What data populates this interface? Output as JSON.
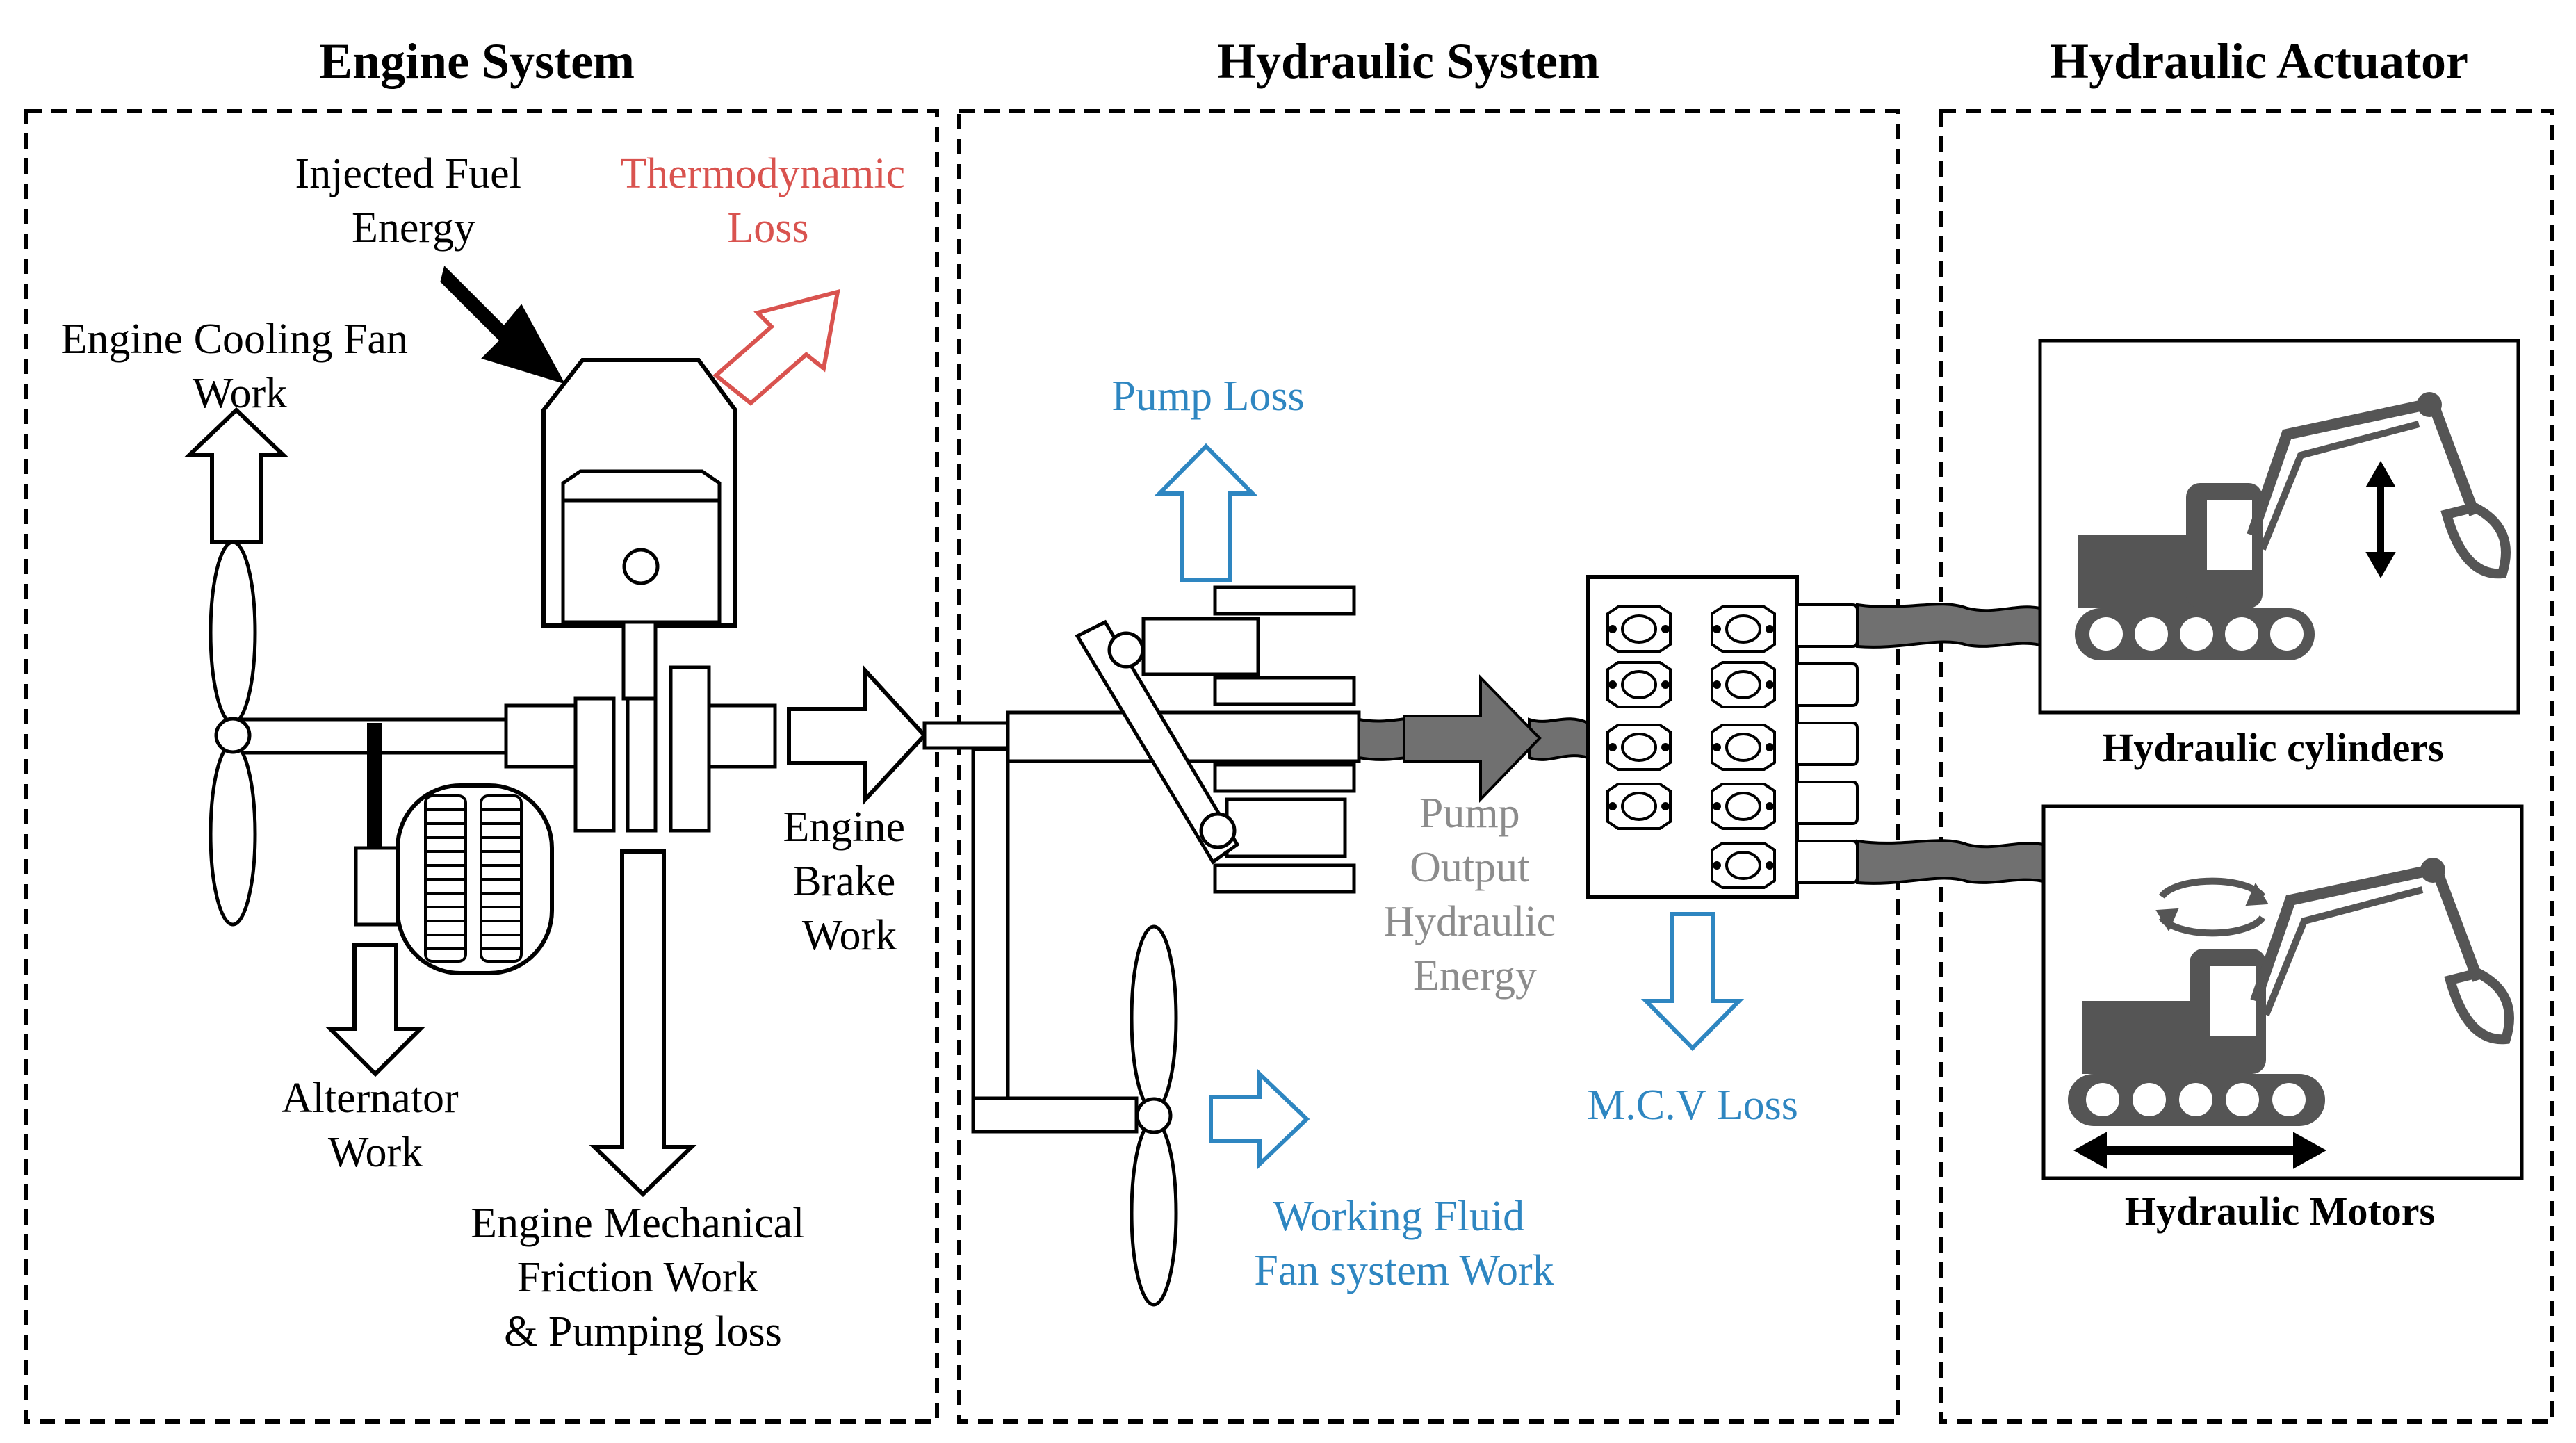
{
  "sections": {
    "engine": "Engine System",
    "hydraulic": "Hydraulic System",
    "actuator": "Hydraulic Actuator"
  },
  "labels": {
    "injected_fuel": [
      "Injected Fuel",
      "Energy"
    ],
    "thermodynamic_loss": [
      "Thermodynamic",
      "Loss"
    ],
    "cooling_fan": [
      "Engine Cooling Fan",
      "Work"
    ],
    "alternator": [
      "Alternator",
      "Work"
    ],
    "friction": [
      "Engine Mechanical",
      "Friction Work",
      "& Pumping loss"
    ],
    "brake_work": [
      "Engine",
      "Brake",
      "Work"
    ],
    "pump_loss": "Pump Loss",
    "pump_output": [
      "Pump",
      "Output",
      "Hydraulic",
      "Energy"
    ],
    "mcv_loss": "M.C.V Loss",
    "fluid_fan": [
      "Working Fluid",
      "Fan system Work"
    ],
    "cylinders": "Hydraulic cylinders",
    "motors": "Hydraulic Motors"
  },
  "colors": {
    "loss_red": "#d9534f",
    "loss_blue": "#2e86c1",
    "energy_gray": "#8c8c8c",
    "machine_gray": "#555555"
  }
}
